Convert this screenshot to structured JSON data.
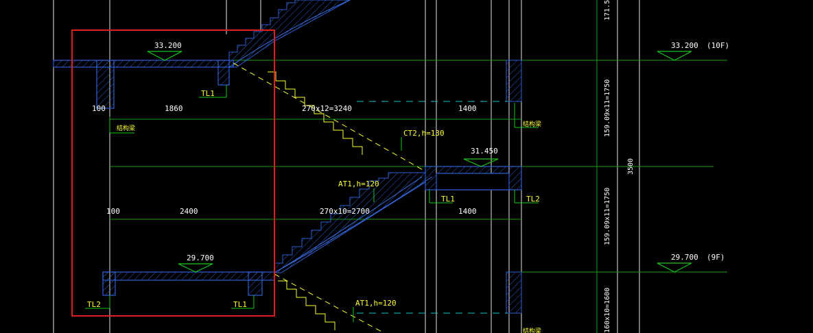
{
  "colors": {
    "background": "#000000",
    "structure": "#2f5fd0",
    "dimension": "#19a019",
    "grid": "#e6e6e6",
    "text": "#ffffff",
    "annotation": "#ffff33",
    "elevation_symbol": "#19c819",
    "selection_box": "#e02020",
    "stair_line": "#3a6fe0"
  },
  "elevations": {
    "lvl_top_left": "33.200",
    "lvl_top_right": "33.200",
    "lvl_top_floor": "(10F)",
    "lvl_mid": "31.450",
    "lvl_bottom_left": "29.700",
    "lvl_bottom_right": "29.700",
    "lvl_bottom_floor": "(9F)"
  },
  "dimensions": {
    "top_100": "100",
    "top_1860": "1860",
    "top_steps": "270x12=3240",
    "top_1400": "1400",
    "bot_100": "100",
    "bot_2400": "2400",
    "bot_steps": "270x10=2700",
    "bot_1400": "1400",
    "v_upper_step": "159.09x11=1750",
    "v_lower_step": "159.09x11=1750",
    "v_total": "3500",
    "v_bottom_step": "160x10=1600",
    "v_top_partial": "171.5"
  },
  "labels": {
    "tl1_top": "TL1",
    "tl1_bottom": "TL1",
    "tl1_mid": "TL1",
    "tl2_mid": "TL2",
    "tl2_bottom": "TL2",
    "ct2": "CT2,h=130",
    "at1_mid": "AT1,h=120",
    "at1_bottom": "AT1,h=120",
    "beam_left": "结构梁",
    "beam_right": "结构梁",
    "beam_bottom": "结构梁"
  }
}
